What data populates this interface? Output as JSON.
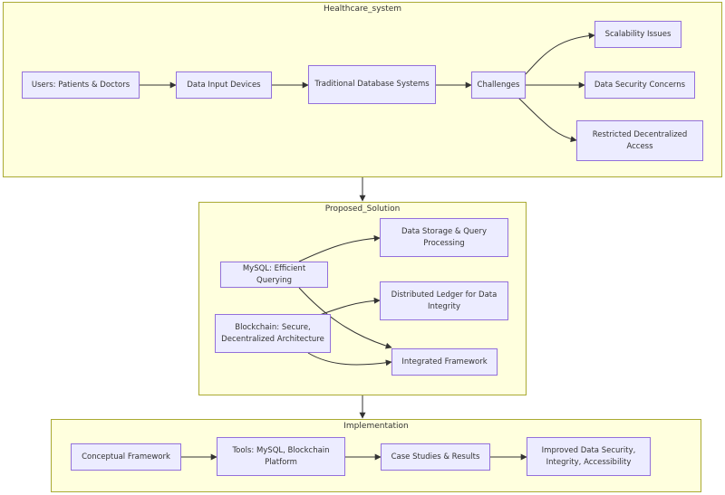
{
  "clusters": {
    "healthcare": "Healthcare_system",
    "proposed": "Proposed_Solution",
    "implementation": "Implementation"
  },
  "nodes": {
    "users": "Users: Patients & Doctors",
    "input_devices": "Data Input Devices",
    "traditional_db": "Traditional Database Systems",
    "challenges": "Challenges",
    "scalability": "Scalability Issues",
    "data_security": "Data Security Concerns",
    "restricted": "Restricted Decentralized Access",
    "mysql": "MySQL: Efficient Querying",
    "blockchain": "Blockchain: Secure, Decentralized Architecture",
    "storage": "Data Storage & Query Processing",
    "ledger": "Distributed Ledger for Data Integrity",
    "integrated": "Integrated Framework",
    "conceptual": "Conceptual Framework",
    "tools": "Tools: MySQL, Blockchain Platform",
    "case_studies": "Case Studies & Results",
    "improved": "Improved Data Security, Integrity, Accessibility"
  },
  "colors": {
    "cluster_fill": "#ffffde",
    "cluster_border": "#aaaa33",
    "node_fill": "#ececff",
    "node_border": "#9370db",
    "edge": "#333333"
  }
}
